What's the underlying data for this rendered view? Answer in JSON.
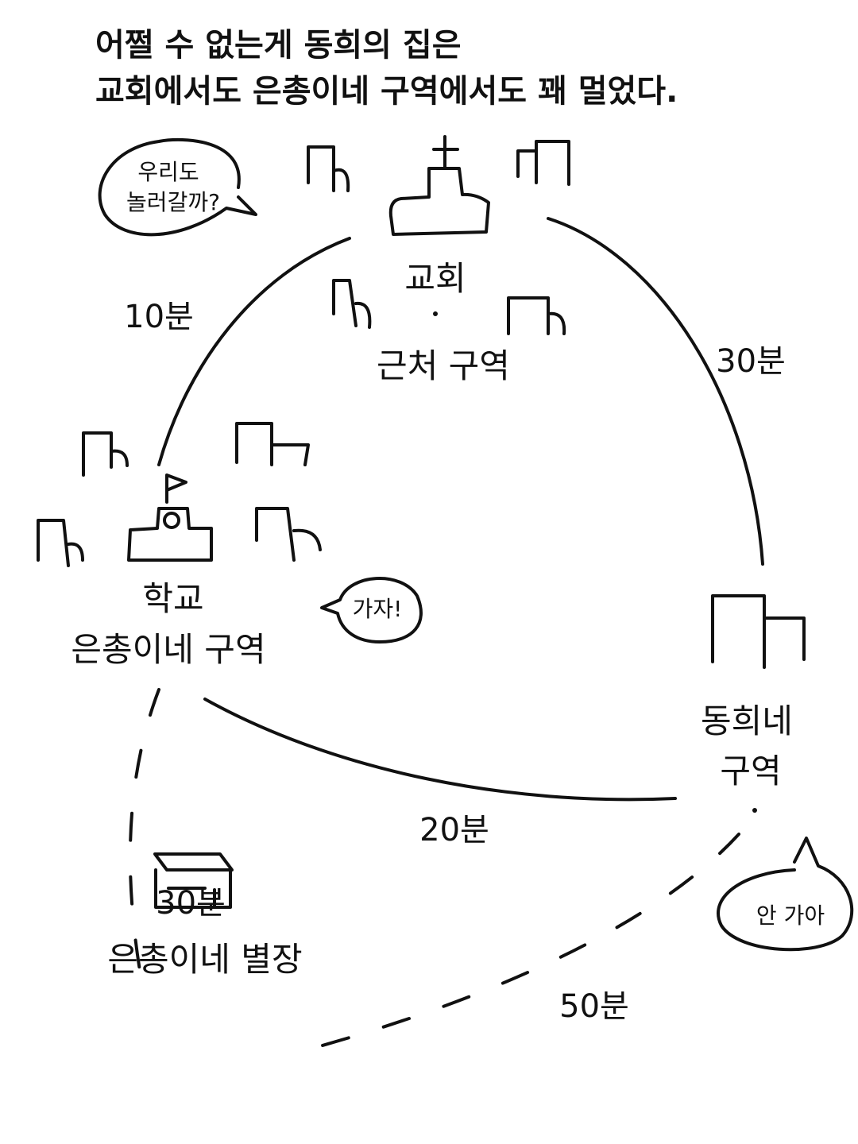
{
  "caption": {
    "line1": "어쩔 수 없는게 동희의 집은",
    "line2": "교회에서도 은총이네 구역에서도 꽤 멀었다."
  },
  "places": {
    "church": "교회",
    "near_zone": "근처 구역",
    "school": "학교",
    "eunchong_zone": "은총이네 구역",
    "donghee_zone_1": "동희네",
    "donghee_zone_2": "구역",
    "villa": "은총이네 별장"
  },
  "routes": {
    "school_church": "10분",
    "church_donghee": "30분",
    "school_donghee": "20분",
    "school_villa": "30분",
    "donghee_villa": "50분"
  },
  "bubbles": {
    "top_left_1": "우리도",
    "top_left_2": "놀러갈까?",
    "school": "가자!",
    "donghee": "안 가아"
  }
}
